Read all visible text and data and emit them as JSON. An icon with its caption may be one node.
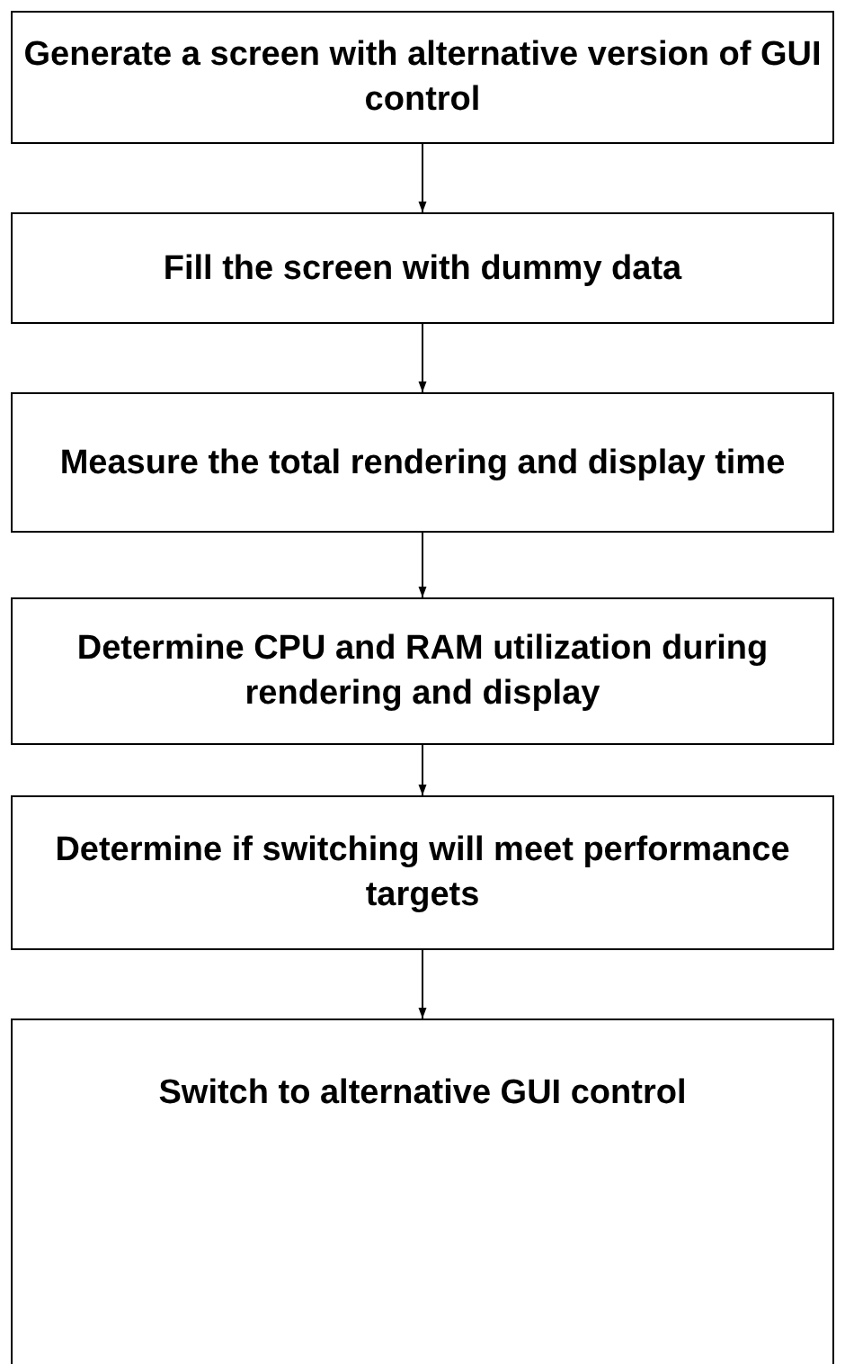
{
  "diagram": {
    "nodes": [
      {
        "text": [
          "Generate a screen with alternative version of GUI control"
        ]
      },
      {
        "text": [
          "Fill the screen with dummy data"
        ]
      },
      {
        "text": [
          "Measure the total rendering and display time"
        ]
      },
      {
        "text": [
          "Determine CPU and RAM utilization during rendering and display"
        ]
      },
      {
        "text": [
          "Determine if switching will meet performance targets"
        ]
      },
      {
        "text": [
          "Switch to alternative GUI control"
        ]
      }
    ],
    "edges": [
      {
        "from": 0,
        "to": 1,
        "arrow": "to"
      },
      {
        "from": 1,
        "to": 2,
        "arrow": "to"
      },
      {
        "from": 2,
        "to": 3,
        "arrow": "to"
      },
      {
        "from": 3,
        "to": 4,
        "arrow": "to"
      },
      {
        "from": 4,
        "to": 5,
        "arrow": "to"
      }
    ]
  }
}
